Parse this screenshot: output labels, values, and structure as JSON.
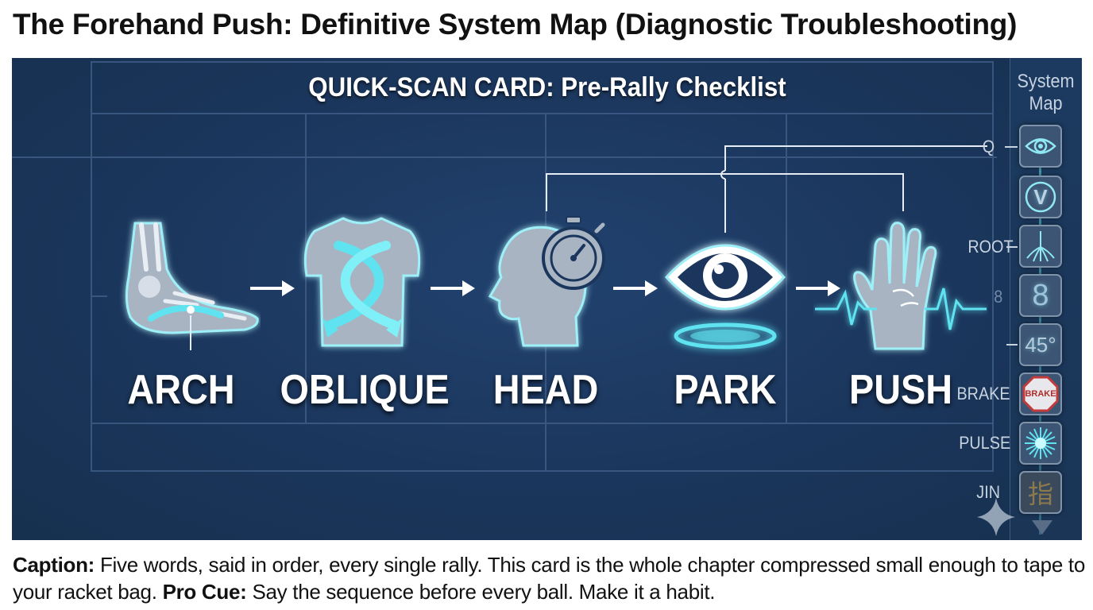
{
  "title": "The Forehand Push: Definitive System Map (Diagnostic Troubleshooting)",
  "card_title": "QUICK-SCAN CARD: Pre-Rally Checklist",
  "steps": [
    {
      "label": "ARCH",
      "icon": "foot-arch-icon"
    },
    {
      "label": "OBLIQUE",
      "icon": "torso-twist-icon"
    },
    {
      "label": "HEAD",
      "icon": "head-stopwatch-icon"
    },
    {
      "label": "PARK",
      "icon": "eye-icon"
    },
    {
      "label": "PUSH",
      "icon": "hand-pulse-icon"
    }
  ],
  "system_map": {
    "heading_line1": "System",
    "heading_line2": "Map",
    "items": [
      {
        "label": "Q",
        "tile": "",
        "icon": "eye-icon"
      },
      {
        "label": "",
        "tile": "V",
        "icon": "v-badge-icon"
      },
      {
        "label": "ROOT",
        "tile": "",
        "icon": "roots-icon"
      },
      {
        "label": "8",
        "tile": "8",
        "icon": "eight-icon"
      },
      {
        "label": "",
        "tile": "45°",
        "icon": "angle-45-icon"
      },
      {
        "label": "BRAKE",
        "tile": "BRAKE",
        "icon": "stop-sign-icon"
      },
      {
        "label": "PULSE",
        "tile": "",
        "icon": "starburst-icon"
      },
      {
        "label": "JIN",
        "tile": "指",
        "icon": "kanji-finger-icon"
      }
    ]
  },
  "caption": {
    "label1": "Caption:",
    "text1": " Five words, said in order, every single rally. This card is the whole chapter compressed small enough to tape to your racket bag. ",
    "label2": "Pro Cue:",
    "text2": " Say the sequence before every ball. Make it a habit."
  },
  "colors": {
    "panel": "#1b365c",
    "glow": "#5fe3f0",
    "icon_fill": "#a9b4c2",
    "text": "#ffffff"
  }
}
